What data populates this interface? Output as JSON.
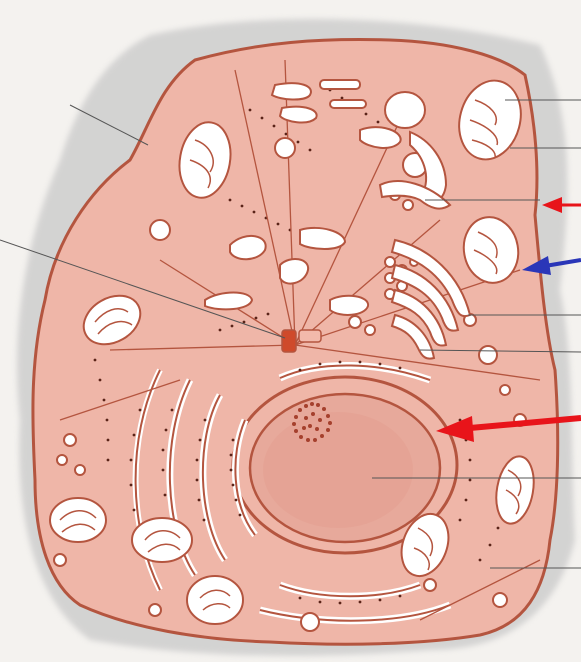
{
  "figure": {
    "type": "cell-diagram",
    "colors": {
      "background": "#f4f2ef",
      "halo": "#c9c9c9",
      "cytoplasm": "#efb6a8",
      "outline": "#b4553f",
      "organelle_fill": "#ffffff",
      "nucleus": "#e7a99b",
      "nucleolus": "#a5402d",
      "centriole": "#cf4a2b",
      "pointer_red": "#e8141a",
      "pointer_blue": "#2a36b8",
      "leader_line": "#555555"
    },
    "pointers": [
      {
        "name": "red-arrow-golgi",
        "color": "red"
      },
      {
        "name": "blue-arrow-mitochondrion",
        "color": "blue"
      },
      {
        "name": "red-arrow-nuclear-envelope",
        "color": "red"
      }
    ],
    "leader_lines": 11
  }
}
